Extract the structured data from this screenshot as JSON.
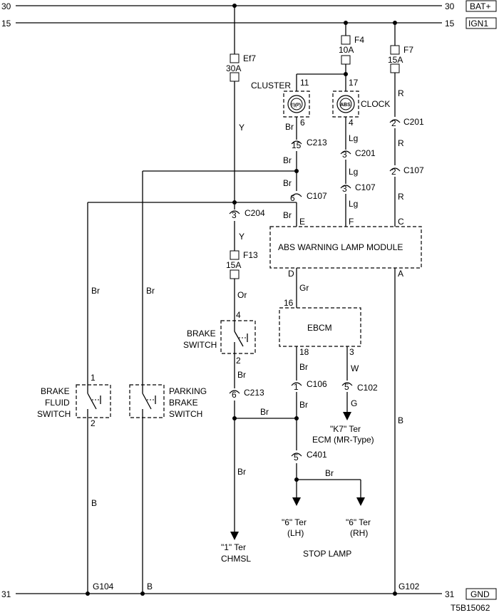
{
  "rails": {
    "bat_num_left": "30",
    "bat_num_right": "30",
    "bat_label": "BAT+",
    "ign_num_left": "15",
    "ign_num_right": "15",
    "ign_label": "IGN1",
    "gnd_num_left": "31",
    "gnd_num_right": "31",
    "gnd_label": "GND"
  },
  "fuses": {
    "ef7_name": "Ef7",
    "ef7_rating": "30A",
    "f4_name": "F4",
    "f4_rating": "10A",
    "f7_name": "F7",
    "f7_rating": "15A",
    "f13_name": "F13",
    "f13_rating": "15A"
  },
  "lamps": {
    "cluster_label": "CLUSTER",
    "cluster_icon": "brake-warning-lamp",
    "cluster_pin_top": "11",
    "cluster_pin_bottom": "6",
    "clock_label": "CLOCK",
    "clock_icon": "abs-warning-lamp",
    "clock_pin_top": "17",
    "clock_pin_bottom": "4"
  },
  "connectors": {
    "c213_a_pin": "15",
    "c213_a_name": "C213",
    "c201_a_pin": "3",
    "c201_a_name": "C201",
    "c201_b_pin": "2",
    "c201_b_name": "C201",
    "c107_a_pin": "3",
    "c107_a_name": "C107",
    "c107_b_pin": "2",
    "c107_b_name": "C107",
    "c107_c_pin": "6",
    "c107_c_name": "C107",
    "c204_pin": "3",
    "c204_name": "C204",
    "c213_b_pin": "6",
    "c213_b_name": "C213",
    "c106_pin": "1",
    "c106_name": "C106",
    "c102_pin": "5",
    "c102_name": "C102",
    "c401_pin": "5",
    "c401_name": "C401"
  },
  "wires": {
    "y1": "Y",
    "y2": "Y",
    "or": "Or",
    "br_cluster": "Br",
    "br_junction1": "Br",
    "br_junction2": "Br",
    "br_module": "Br",
    "br_left": "Br",
    "br_parking": "Br",
    "br_brake_sw": "Br",
    "br_c213": "Br",
    "br_c106": "Br",
    "br_bottom_junction": "Br",
    "br_c401": "Br",
    "lg1": "Lg",
    "lg2": "Lg",
    "lg3": "Lg",
    "r1": "R",
    "r2": "R",
    "r3": "R",
    "gr": "Gr",
    "w": "W",
    "g": "G",
    "b_brake_fluid": "B",
    "b_module": "B",
    "b_parking": "B"
  },
  "abs_module": {
    "label": "ABS WARNING LAMP MODULE",
    "pin_e": "E",
    "pin_f": "F",
    "pin_c": "C",
    "pin_d": "D",
    "pin_a": "A"
  },
  "ebcm": {
    "label": "EBCM",
    "pin_16": "16",
    "pin_18": "18",
    "pin_3": "3"
  },
  "brake_switch": {
    "line1": "BRAKE",
    "line2": "SWITCH",
    "pin_top": "4",
    "pin_bottom": "2"
  },
  "brake_fluid_switch": {
    "line1": "BRAKE",
    "line2": "FLUID",
    "line3": "SWITCH",
    "pin_top": "1",
    "pin_bottom": "2"
  },
  "parking_brake_switch": {
    "line1": "PARKING",
    "line2": "BRAKE",
    "line3": "SWITCH"
  },
  "destinations": {
    "chmsl_line1": "\"1\" Ter",
    "chmsl_line2": "CHMSL",
    "ecm_line1": "\"K7\" Ter",
    "ecm_line2": "ECM (MR-Type)",
    "lh_line1": "\"6\" Ter",
    "lh_line2": "(LH)",
    "rh_line1": "\"6\" Ter",
    "rh_line2": "(RH)",
    "stop_lamp": "STOP LAMP"
  },
  "grounds": {
    "g104": "G104",
    "g102": "G102"
  },
  "figure_id": "T5B15062"
}
